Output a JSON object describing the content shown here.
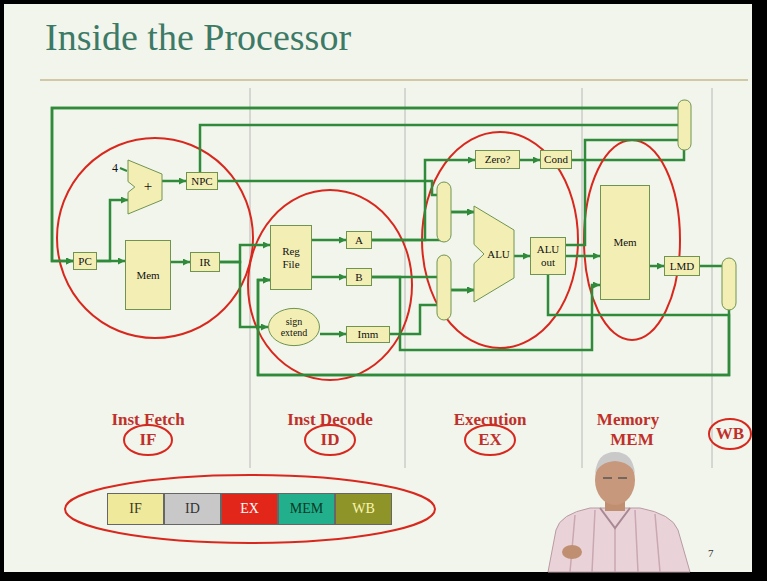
{
  "diagram": {
    "title": "Inside the Processor",
    "nodes": [
      {
        "text": [
          "PC"
        ]
      },
      {
        "text": [
          "+"
        ]
      },
      {
        "text": [
          "NPC"
        ]
      },
      {
        "text": [
          "Mem"
        ]
      },
      {
        "text": [
          "IR"
        ]
      },
      {
        "text": [
          "Reg File"
        ]
      },
      {
        "text": [
          "A"
        ]
      },
      {
        "text": [
          "B"
        ]
      },
      {
        "text": [
          "sign extend"
        ]
      },
      {
        "text": [
          "Imm"
        ]
      },
      {
        "text": [
          "Zero?"
        ]
      },
      {
        "text": [
          "Cond"
        ]
      },
      {
        "text": [
          "ALU"
        ]
      },
      {
        "text": [
          "ALU out"
        ]
      },
      {
        "text": [
          "Mem"
        ]
      },
      {
        "text": [
          "LMD"
        ]
      },
      {
        "text": [
          "IF"
        ]
      },
      {
        "text": [
          "ID"
        ]
      },
      {
        "text": [
          "EX"
        ]
      },
      {
        "text": [
          "MEM"
        ]
      },
      {
        "text": [
          "WB"
        ]
      }
    ],
    "edges": [
      {
        "from": 0,
        "to": 3,
        "arrow": "to"
      },
      {
        "from": 0,
        "to": 1,
        "arrow": "to"
      },
      {
        "from": 1,
        "to": 2,
        "arrow": "to"
      },
      {
        "from": 3,
        "to": 4,
        "arrow": "to"
      },
      {
        "from": 4,
        "to": 5,
        "arrow": "to"
      },
      {
        "from": 4,
        "to": 8,
        "arrow": "to"
      },
      {
        "from": 5,
        "to": 6,
        "arrow": "to"
      },
      {
        "from": 5,
        "to": 7,
        "arrow": "to"
      },
      {
        "from": 8,
        "to": 9,
        "arrow": "to"
      },
      {
        "from": 2,
        "to": 12,
        "arrow": "to"
      },
      {
        "from": 6,
        "to": 12,
        "arrow": "to"
      },
      {
        "from": 6,
        "to": 10,
        "arrow": "to"
      },
      {
        "from": 10,
        "to": 11,
        "arrow": "to"
      },
      {
        "from": 7,
        "to": 12,
        "arrow": "to"
      },
      {
        "from": 9,
        "to": 12,
        "arrow": "to"
      },
      {
        "from": 12,
        "to": 13,
        "arrow": "to"
      },
      {
        "from": 13,
        "to": 14,
        "arrow": "to"
      },
      {
        "from": 7,
        "to": 14,
        "arrow": "to"
      },
      {
        "from": 14,
        "to": 15,
        "arrow": "to"
      },
      {
        "from": 15,
        "to": 5,
        "arrow": "to"
      },
      {
        "from": 13,
        "to": 5,
        "arrow": "to"
      },
      {
        "from": 13,
        "to": 0,
        "arrow": "to"
      },
      {
        "from": 2,
        "to": 0,
        "arrow": "to"
      }
    ],
    "labels": [
      "4",
      "Inst Fetch",
      "IF",
      "Inst Decode",
      "ID",
      "Execution",
      "EX",
      "Memory",
      "MEM",
      "WB",
      "7"
    ]
  }
}
